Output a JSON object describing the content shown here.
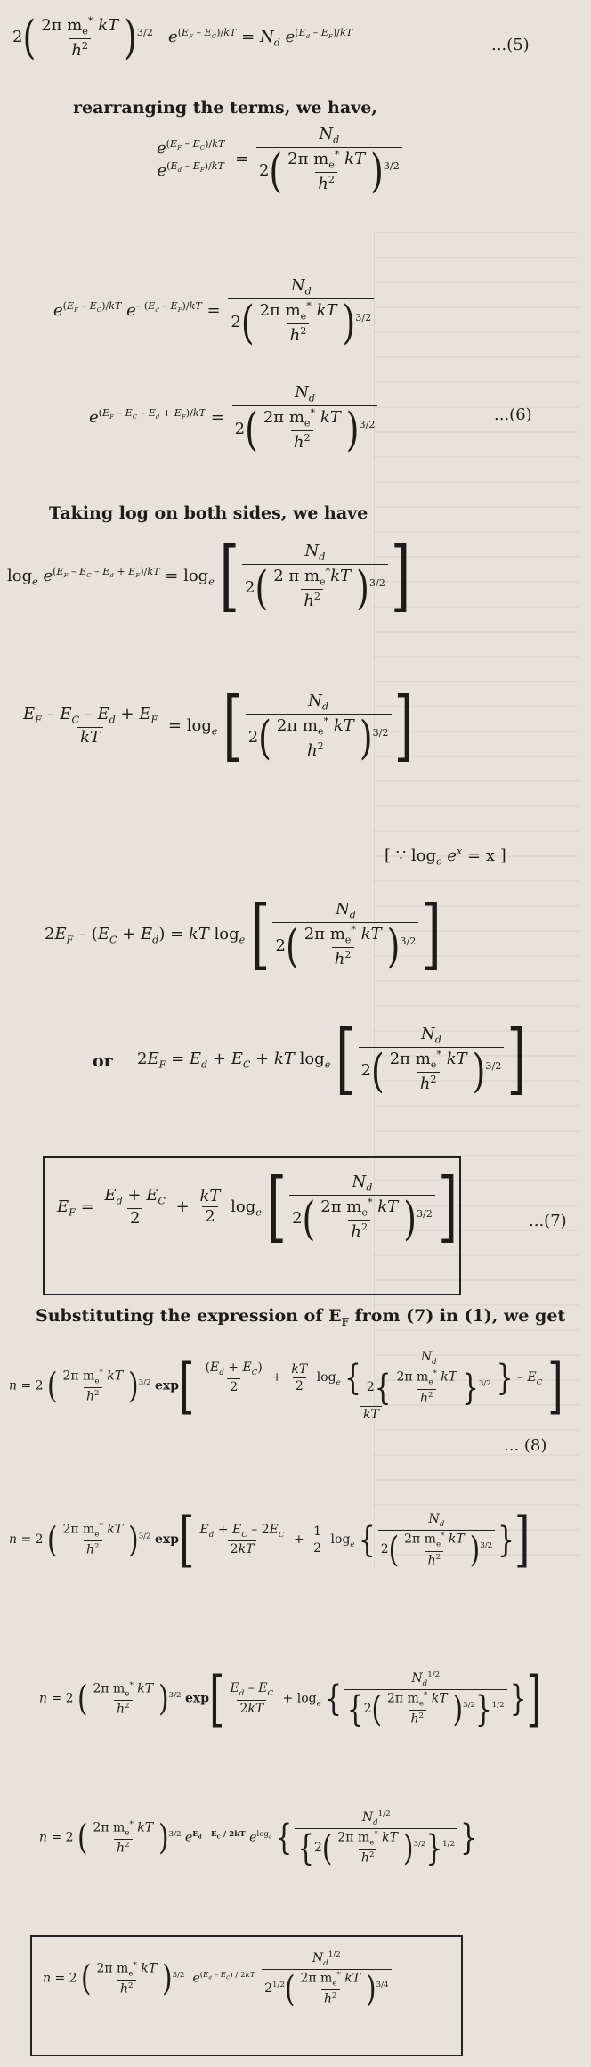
{
  "page": {
    "prose": {
      "rearranging": "rearranging the terms, we have,",
      "taking_log": "Taking log on both sides, we have",
      "or_word": "or",
      "substituting": "Substituting the expression of E",
      "substituting_sub": "F",
      "substituting_end": " from (7) in (1), we get"
    },
    "labels": {
      "eq5": "...(5)",
      "eq6": "...(6)",
      "eq7": "...(7)",
      "eq8": "... (8)"
    },
    "note": "[ ∵ log",
    "note_sub": "e",
    "note_end": " e",
    "note_sup": "x",
    "note_tail": " = x ]"
  }
}
